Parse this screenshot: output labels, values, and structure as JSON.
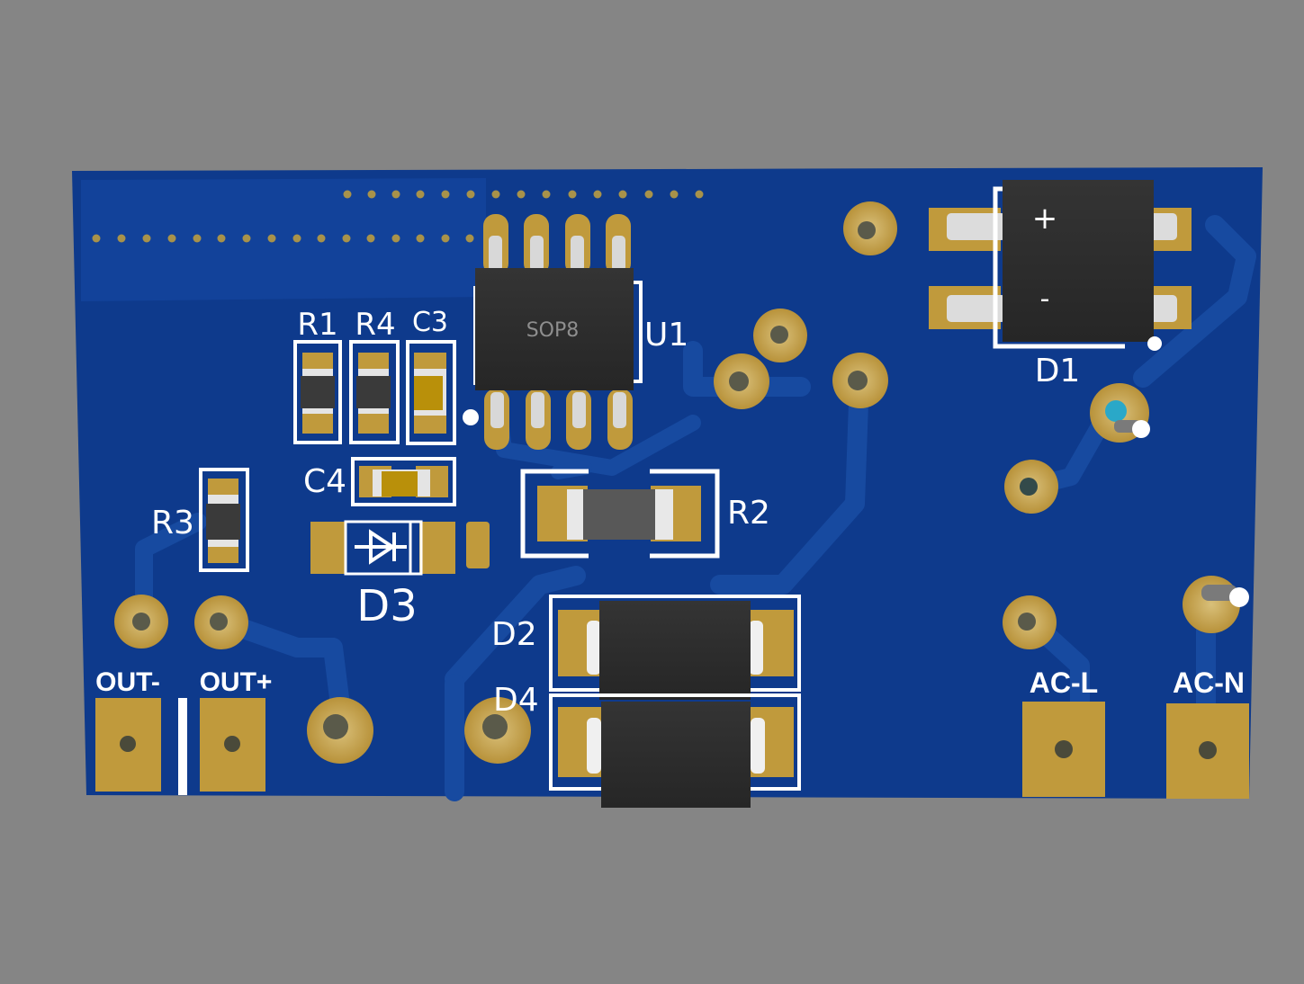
{
  "pcb": {
    "board_color": "#0e3a8c",
    "trace_color": "#17489e",
    "pad_color": "#c09a3c",
    "silkscreen_color": "#ffffff",
    "component_color": "#2b2b2b"
  },
  "ic": {
    "ref": "U1",
    "package": "SOP8"
  },
  "bridge": {
    "ref": "D1",
    "plus": "+",
    "minus": "-"
  },
  "refs": {
    "r1": "R1",
    "r4": "R4",
    "c3": "C3",
    "c4": "C4",
    "r3": "R3",
    "r2": "R2",
    "d3": "D3",
    "d2": "D2",
    "d4": "D4"
  },
  "terminals": {
    "out_minus": "OUT-",
    "out_plus": "OUT+",
    "ac_l": "AC-L",
    "ac_n": "AC-N"
  }
}
